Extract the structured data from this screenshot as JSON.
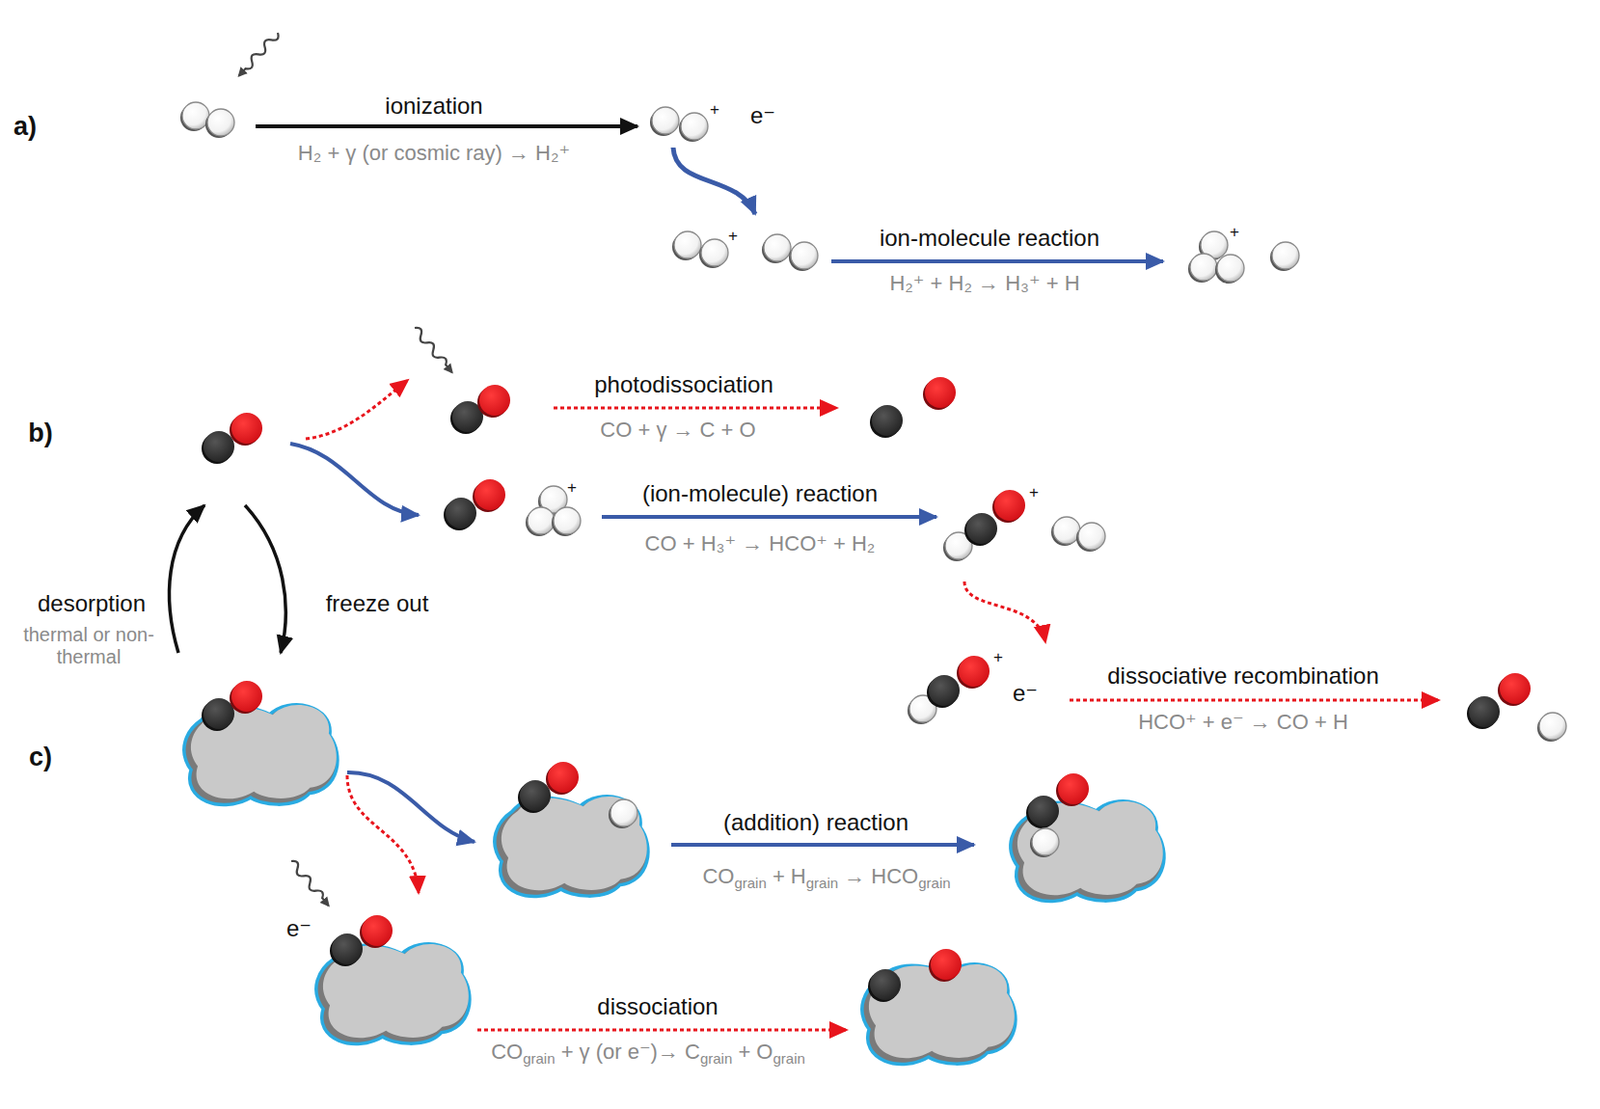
{
  "diagram": {
    "labels": [
      "a)",
      "ionization",
      "H₂ + γ (or cosmic ray) → H₂⁺",
      "+",
      "e⁻",
      "+",
      "ion-molecule reaction",
      "H₂⁺ + H₂ → H₃⁺ + H",
      "+",
      "b)",
      "photodissociation",
      "CO + γ → C + O",
      "+",
      "(ion-molecule) reaction",
      "CO + H₃⁺ → HCO⁺ + H₂",
      "+",
      "desorption",
      "thermal or non-thermal",
      "freeze out",
      "+",
      "e⁻",
      "dissociative recombination",
      "HCO⁺ + e⁻ → CO + H",
      "c)",
      "(addition) reaction",
      "CO",
      "grain",
      " + H",
      "grain",
      " → HCO",
      "grain",
      "e⁻",
      "dissociation",
      "CO",
      "grain",
      " + γ (or e⁻)→ C",
      "grain",
      " + O",
      "grain"
    ]
  }
}
